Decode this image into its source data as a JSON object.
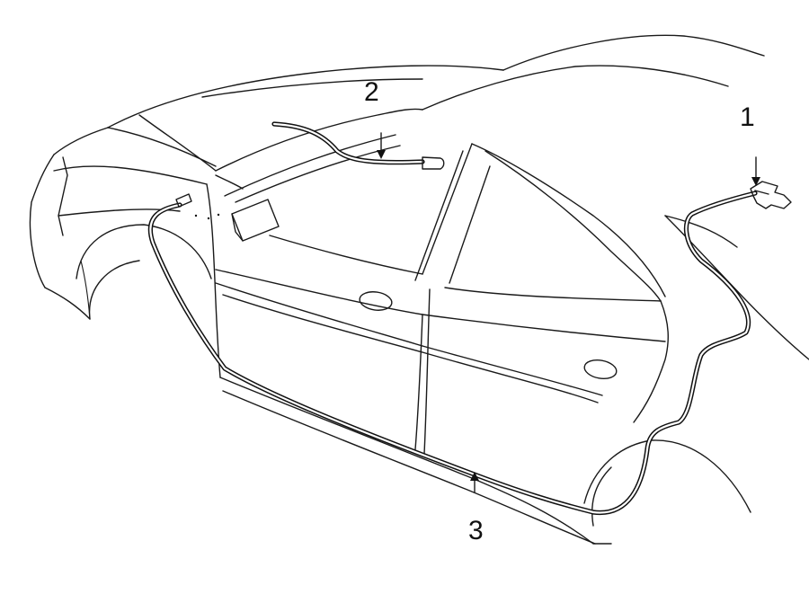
{
  "callouts": {
    "label_1": "1",
    "label_2": "2",
    "label_3": "3"
  },
  "colors": {
    "line": "#1a1a1a",
    "background": "#ffffff"
  }
}
